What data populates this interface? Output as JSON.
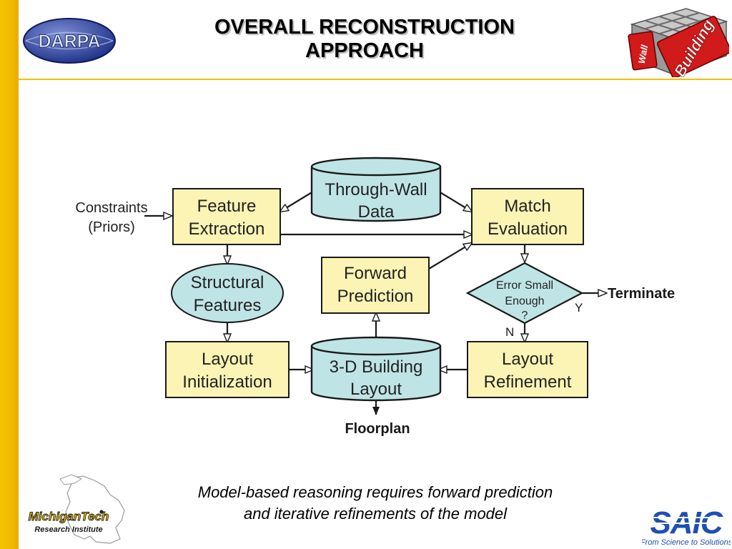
{
  "title": {
    "line1": "OVERALL RECONSTRUCTION",
    "line2": "APPROACH"
  },
  "logos": {
    "darpa": "DARPA",
    "building_badge_line1": "Wall",
    "building_badge_line2": "Building",
    "michigan_tech_line1": "MichiganTech",
    "michigan_tech_line2": "Research Institute",
    "saic_name": "SAIC",
    "saic_tagline": "From Science to Solutions"
  },
  "diagram": {
    "nodes": {
      "feature_extraction": [
        "Feature",
        "Extraction"
      ],
      "through_wall_data": [
        "Through-Wall",
        "Data"
      ],
      "match_evaluation": [
        "Match",
        "Evaluation"
      ],
      "structural_features": [
        "Structural",
        "Features"
      ],
      "forward_prediction": [
        "Forward",
        "Prediction"
      ],
      "error_small_enough": [
        "Error Small",
        "Enough",
        "?"
      ],
      "layout_initialization": [
        "Layout",
        "Initialization"
      ],
      "building_layout": [
        "3-D Building",
        "Layout"
      ],
      "layout_refinement": [
        "Layout",
        "Refinement"
      ]
    },
    "inputs": {
      "constraints": [
        "Constraints",
        "(Priors)"
      ]
    },
    "outputs": {
      "terminate": "Terminate",
      "floorplan": "Floorplan"
    },
    "branch_labels": {
      "yes": "Y",
      "no": "N"
    },
    "colors": {
      "box_fill": "#fbf4b4",
      "cylinder_fill": "#bfe4e6",
      "ellipse_fill": "#bfe4e6",
      "stroke": "#1a1a1a"
    }
  },
  "caption": {
    "line1": "Model-based reasoning requires forward prediction",
    "line2": "and iterative refinements of the model"
  }
}
